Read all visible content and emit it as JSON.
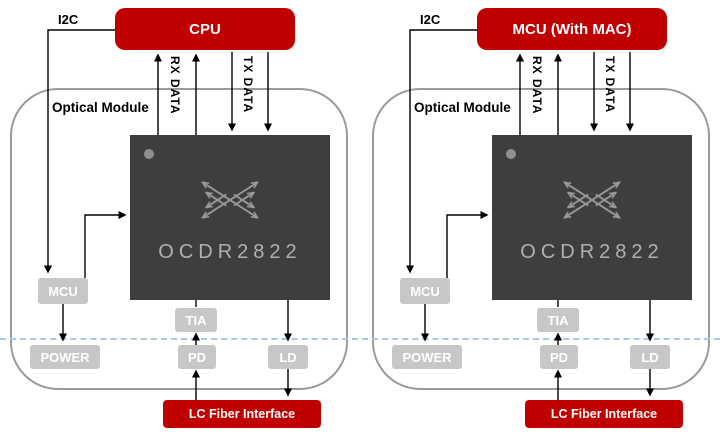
{
  "colors": {
    "accent_red": "#c00000",
    "chip_background": "#3e3e3e",
    "gray_box": "#c7c7c7",
    "dashed_boundary_blue": "#a9c7e7"
  },
  "panels": [
    {
      "host_label": "CPU",
      "i2c_label": "I2C",
      "module_label": "Optical Module",
      "rx_label": "RX DATA",
      "tx_label": "TX DATA",
      "chip_label": "OCDR2822",
      "mcu_label": "MCU",
      "tia_label": "TIA",
      "power_label": "POWER",
      "pd_label": "PD",
      "ld_label": "LD",
      "fiber_label": "LC Fiber Interface"
    },
    {
      "host_label": "MCU (With MAC)",
      "i2c_label": "I2C",
      "module_label": "Optical Module",
      "rx_label": "RX DATA",
      "tx_label": "TX DATA",
      "chip_label": "OCDR2822",
      "mcu_label": "MCU",
      "tia_label": "TIA",
      "power_label": "POWER",
      "pd_label": "PD",
      "ld_label": "LD",
      "fiber_label": "LC Fiber Interface"
    }
  ]
}
